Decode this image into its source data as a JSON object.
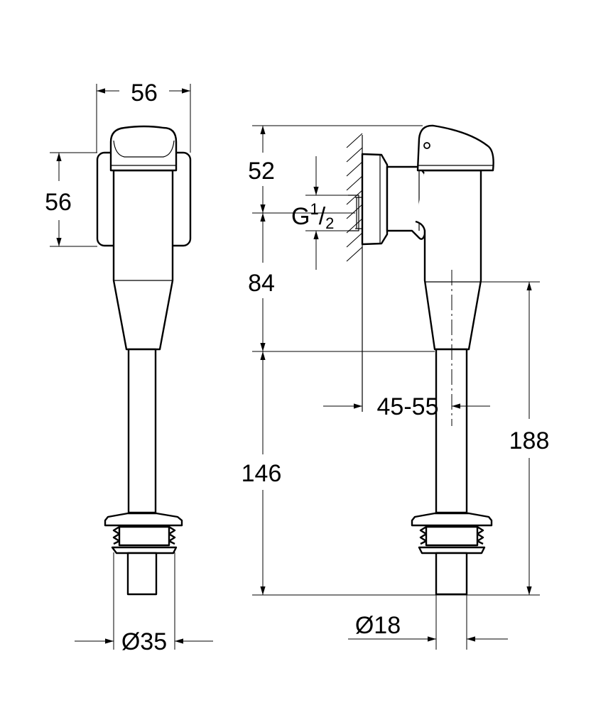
{
  "title": "Urinal flush valve dimension drawing",
  "dimensions": {
    "front_width": "56",
    "front_height": "56",
    "outlet_diameter": "Ø35",
    "top_to_inlet": "52",
    "inlet_thread_main": "G",
    "inlet_thread_num": "1",
    "inlet_thread_den": "2",
    "inlet_to_body": "84",
    "body_to_outlet": "146",
    "wall_to_axis": "45-55",
    "total_pipe": "188",
    "pipe_diameter": "Ø18"
  },
  "colors": {
    "line": "#000000",
    "background": "#ffffff"
  }
}
